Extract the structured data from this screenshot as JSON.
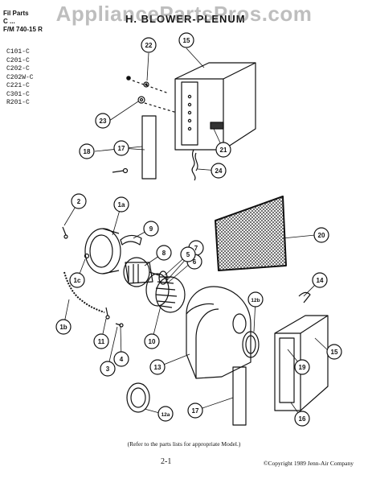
{
  "header": {
    "section_lines": [
      "Fil  Parts",
      "C   ...",
      "F/M 740-15 R"
    ],
    "title": "H. BLOWER-PLENUM"
  },
  "watermark": "AppliancePartsPros.com",
  "models": [
    "C101-C",
    "C201-C",
    "C202-C",
    "C202W-C",
    "C221-C",
    "C301-C",
    "R201-C"
  ],
  "callouts": [
    "22",
    "15",
    "23",
    "18",
    "17",
    "21",
    "24",
    "2",
    "1a",
    "9",
    "8",
    "7",
    "6",
    "5",
    "1c",
    "1b",
    "11",
    "4",
    "3",
    "10",
    "20",
    "14",
    "12b",
    "13",
    "12a",
    "17",
    "19",
    "15",
    "16"
  ],
  "footer": {
    "note": "(Refer to the parts lists for appropriate Model.)",
    "page_number": "2-1",
    "copyright": "©Copyright 1989 Jenn-Air Company"
  },
  "colors": {
    "ink": "#111111",
    "paper": "#ffffff",
    "watermark": "#6e6e6e"
  }
}
